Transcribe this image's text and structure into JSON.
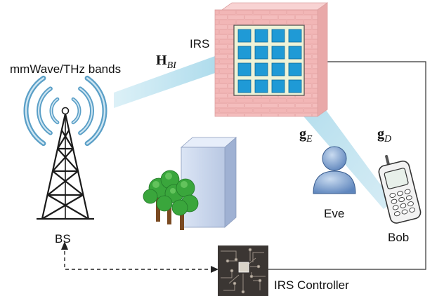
{
  "labels": {
    "bands": "mmWave/THz bands",
    "irs": "IRS",
    "bs": "BS",
    "eve": "Eve",
    "bob": "Bob",
    "controller": "IRS Controller"
  },
  "channels": {
    "h_bi": {
      "main": "H",
      "sub": "BI"
    },
    "g_e": {
      "main": "g",
      "sub": "E"
    },
    "g_d": {
      "main": "g",
      "sub": "D"
    }
  },
  "colors": {
    "beam": "#9fd3e6",
    "brick": "#f2b9b9",
    "irs_element": "#1f9ad6",
    "eve": "#8aaed8",
    "building": "#c9d6ee",
    "tree": "#3aa63c",
    "chip": "#3b3633"
  },
  "icons": [
    "tower-icon",
    "wall-icon",
    "irs-panel-icon",
    "building-icon",
    "tree-icon",
    "person-icon",
    "phone-icon",
    "chip-icon"
  ]
}
